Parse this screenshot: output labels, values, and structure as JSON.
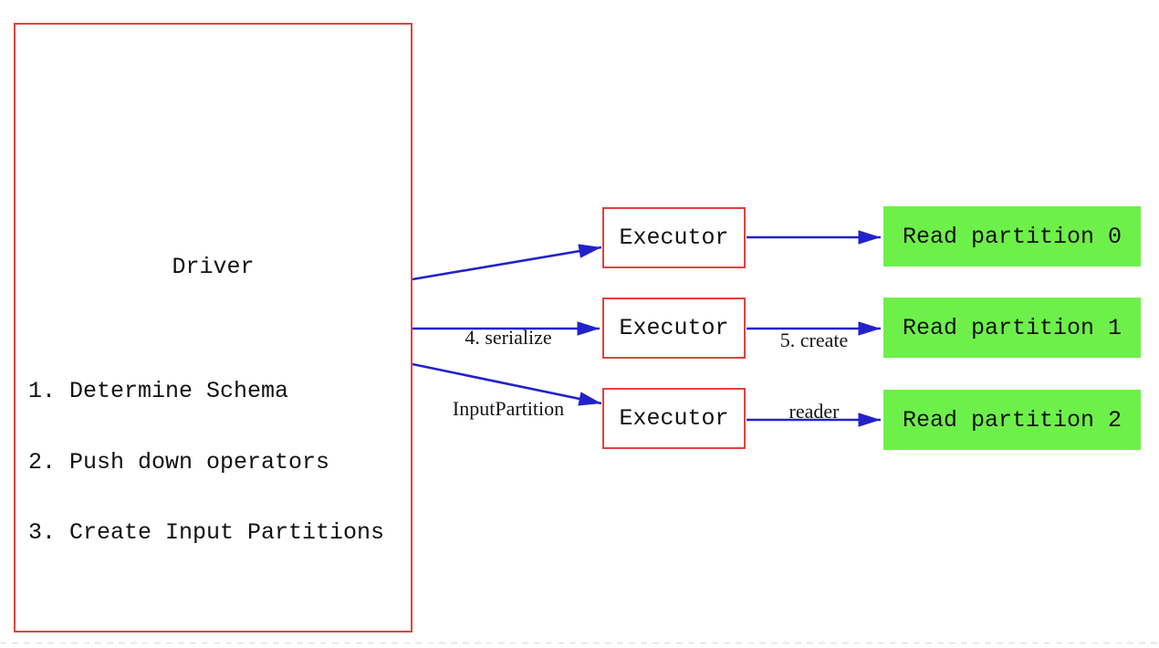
{
  "colors": {
    "box_red": "#e0433d",
    "arrow_blue": "#2222cc",
    "partition_green": "#6ef04a",
    "ink": "#111111"
  },
  "driver": {
    "title": "Driver",
    "steps": [
      "1. Determine Schema",
      "2. Push down operators",
      "3. Create Input Partitions"
    ]
  },
  "executors": [
    {
      "label": "Executor"
    },
    {
      "label": "Executor"
    },
    {
      "label": "Executor"
    }
  ],
  "partitions": [
    {
      "label": "Read partition 0"
    },
    {
      "label": "Read partition 1"
    },
    {
      "label": "Read partition 2"
    }
  ],
  "edge_labels": {
    "serialize_line1": "4. serialize",
    "serialize_line2": "InputPartition",
    "create_reader_line1": "5. create",
    "create_reader_line2": "reader"
  }
}
